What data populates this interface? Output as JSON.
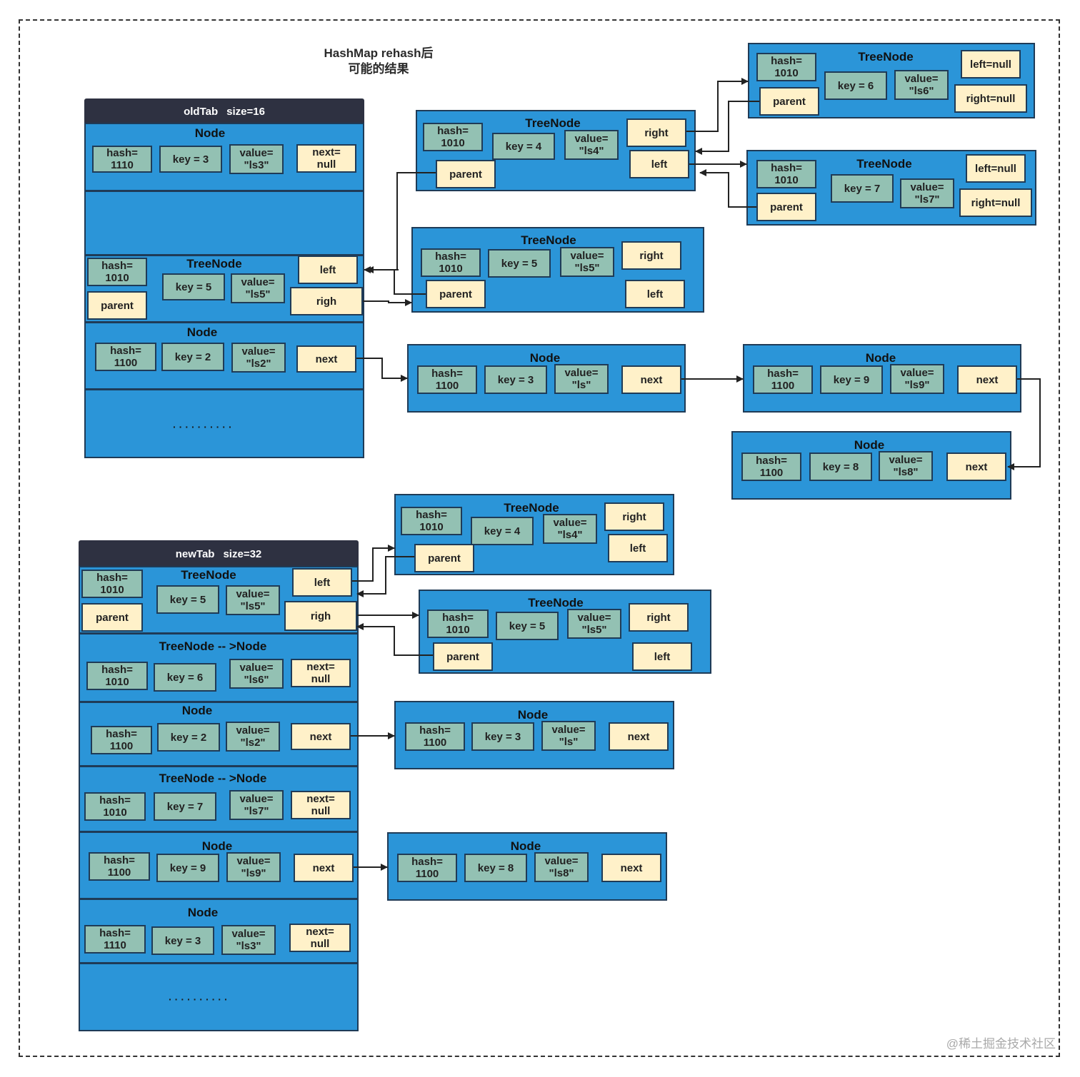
{
  "title": {
    "line1": "HashMap rehash后",
    "line2": "可能的结果"
  },
  "oldTab": {
    "name": "oldTab",
    "size": "size=16"
  },
  "newTab": {
    "name": "newTab",
    "size": "size=32"
  },
  "labels": {
    "node": "Node",
    "treenode": "TreeNode",
    "treenode_to_node": "TreeNode -- >Node",
    "hash_prefix": "hash=",
    "value_prefix": "value=",
    "next_prefix": "next=",
    "null": "null",
    "next": "next",
    "left": "left",
    "right": "right",
    "righ": "righ",
    "parent": "parent",
    "left_null": "left=null",
    "right_null": "right=null",
    "dots": "··········"
  },
  "values": {
    "h1110": "1110",
    "h1010": "1010",
    "h1100": "1100",
    "k3": "key = 3",
    "k5": "key = 5",
    "k2": "key = 2",
    "k4": "key = 4",
    "k6": "key = 6",
    "k7": "key = 7",
    "k9": "key = 9",
    "k8": "key = 8",
    "v3": "\"ls3\"",
    "v5": "\"ls5\"",
    "v2": "\"ls2\"",
    "v4": "\"ls4\"",
    "v6": "\"ls6\"",
    "v7": "\"ls7\"",
    "v9": "\"ls9\"",
    "v8": "\"ls8\"",
    "vls": "\"ls\""
  },
  "watermark": "@稀土掘金技术社区"
}
